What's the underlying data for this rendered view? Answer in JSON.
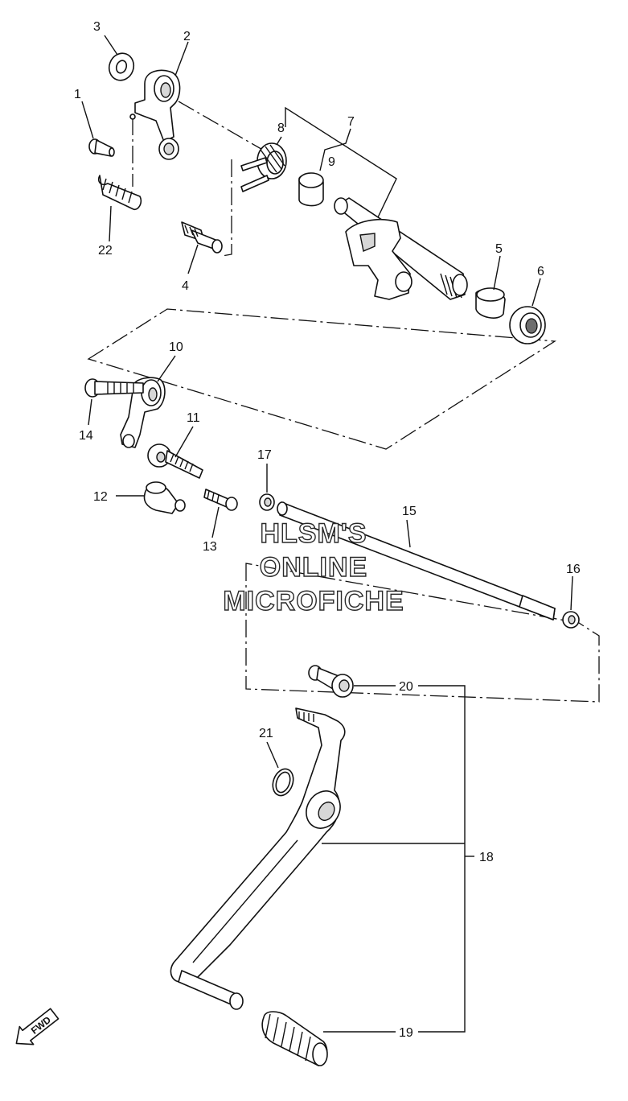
{
  "watermark": {
    "line1": "HLSM'S",
    "line2": "ONLINE",
    "line3": "MICROFICHE"
  },
  "fwd_label": "FWD",
  "part_numbers": {
    "p1": "1",
    "p2": "2",
    "p3": "3",
    "p4": "4",
    "p5": "5",
    "p6": "6",
    "p7": "7",
    "p8": "8",
    "p9": "9",
    "p10": "10",
    "p11": "11",
    "p12": "12",
    "p13": "13",
    "p14": "14",
    "p15": "15",
    "p16": "16",
    "p17": "17",
    "p18": "18",
    "p19": "19",
    "p20": "20",
    "p21": "21",
    "p22": "22"
  }
}
